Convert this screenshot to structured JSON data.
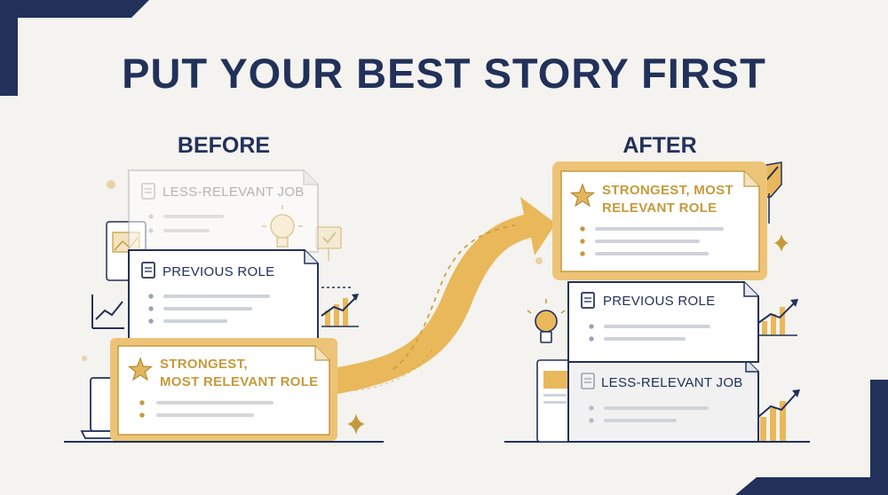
{
  "title": "PUT YOUR BEST STORY FIRST",
  "before": {
    "heading": "BEFORE",
    "cards": [
      {
        "label": "LESS-RELEVANT JOB"
      },
      {
        "label": "PREVIOUS ROLE"
      },
      {
        "label_lines": [
          "STRONGEST,",
          "MOST RELEVANT ROLE"
        ]
      }
    ]
  },
  "after": {
    "heading": "AFTER",
    "cards": [
      {
        "label_lines": [
          "STRONGEST, MOST",
          "RELEVANT ROLE"
        ]
      },
      {
        "label": "PREVIOUS ROLE"
      },
      {
        "label": "LESS-RELEVANT JOB"
      }
    ]
  },
  "colors": {
    "navy": "#22315a",
    "gold": "#e9b85a",
    "gold_text": "#c59a3c",
    "background": "#f4f3ef",
    "faded": "#c8c8c8"
  },
  "icons": [
    "document-icon",
    "star-icon",
    "lightbulb-icon",
    "growth-chart-icon",
    "checkmark-icon",
    "laptop-icon",
    "sparkle-icon",
    "arrow-icon"
  ]
}
